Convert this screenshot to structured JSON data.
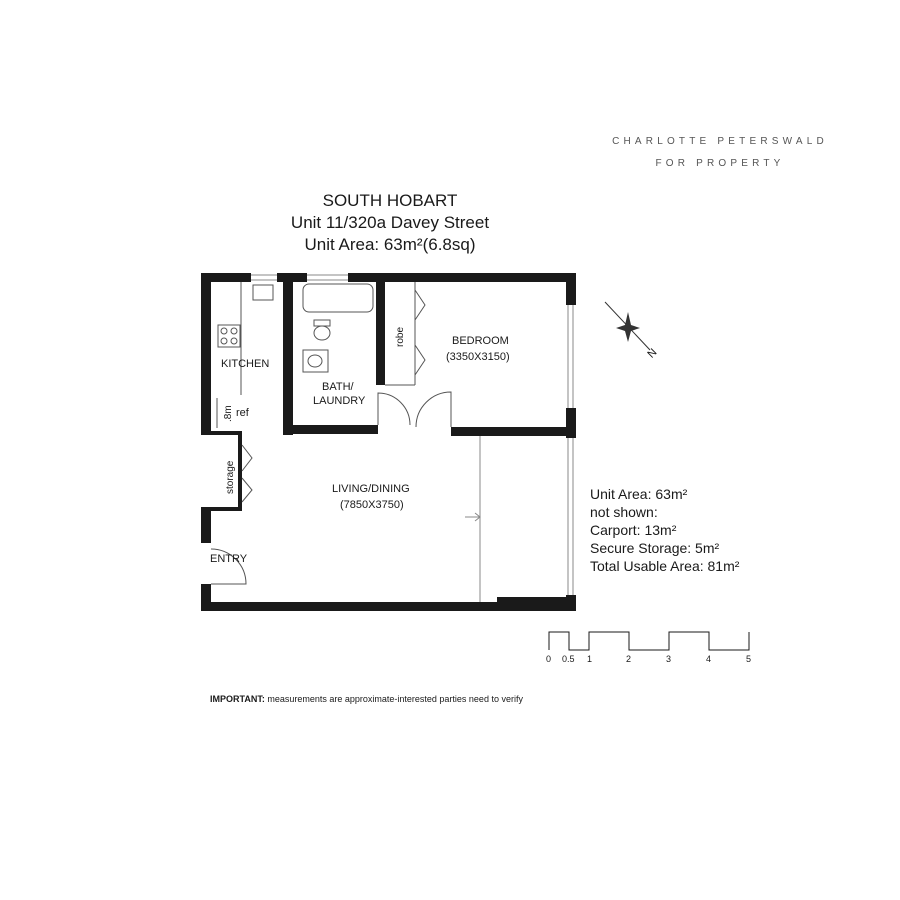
{
  "brand": {
    "line1": "CHARLOTTE PETERSWALD",
    "line2": "FOR PROPERTY"
  },
  "title": {
    "suburb": "SOUTH HOBART",
    "address": "Unit 11/320a Davey Street",
    "area": "Unit Area: 63m²(6.8sq)"
  },
  "rooms": {
    "kitchen": "KITCHEN",
    "bath_line1": "BATH/",
    "bath_line2": "LAUNDRY",
    "bedroom": "BEDROOM",
    "bedroom_dims": "(3350X3150)",
    "robe": "robe",
    "living": "LIVING/DINING",
    "living_dims": "(7850X3750)",
    "storage": "storage",
    "entry": "ENTRY",
    "ref": "ref",
    "fridge_width": ".8m"
  },
  "compass": {
    "label": "N"
  },
  "areas": {
    "unit": "Unit Area: 63m²",
    "not_shown": "not shown:",
    "carport": "Carport: 13m²",
    "storage": "Secure Storage: 5m²",
    "total": "Total Usable Area: 81m²"
  },
  "scale": {
    "labels": [
      "0",
      "0.5",
      "1",
      "2",
      "3",
      "4",
      "5"
    ]
  },
  "note": {
    "prefix": "IMPORTANT:",
    "text": " measurements are approximate-interested parties need to verify"
  }
}
